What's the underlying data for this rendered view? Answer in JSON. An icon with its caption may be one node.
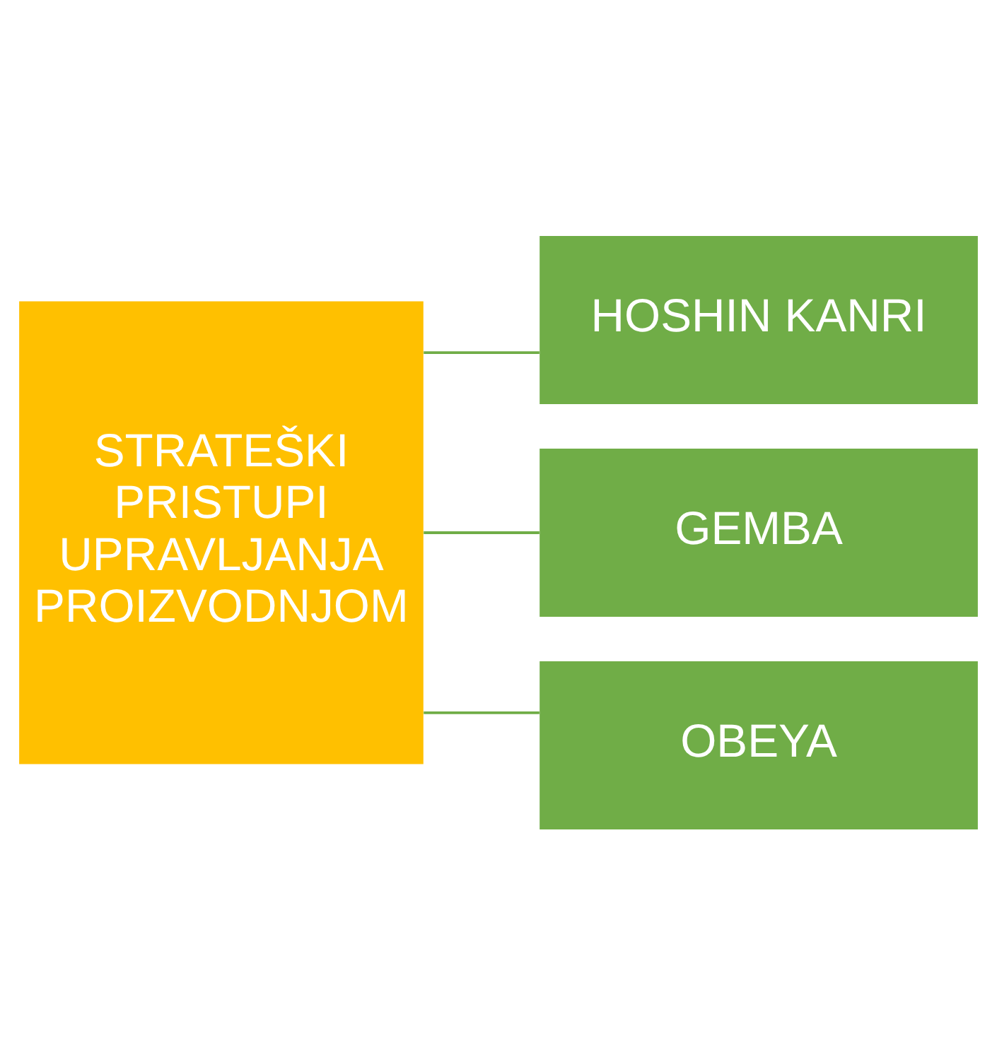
{
  "diagram": {
    "nodes": [
      {
        "text": [
          "STRATEŠKI PRISTUPI UPRAVLJANJA PROIZVODNJOM"
        ]
      },
      {
        "text": [
          "HOSHIN KANRI"
        ]
      },
      {
        "text": [
          "GEMBA"
        ]
      },
      {
        "text": [
          "OBEYA"
        ]
      }
    ],
    "edges": [
      {
        "from": 0,
        "to": 1,
        "arrow": "none"
      },
      {
        "from": 0,
        "to": 2,
        "arrow": "none"
      },
      {
        "from": 0,
        "to": 3,
        "arrow": "none"
      }
    ]
  }
}
